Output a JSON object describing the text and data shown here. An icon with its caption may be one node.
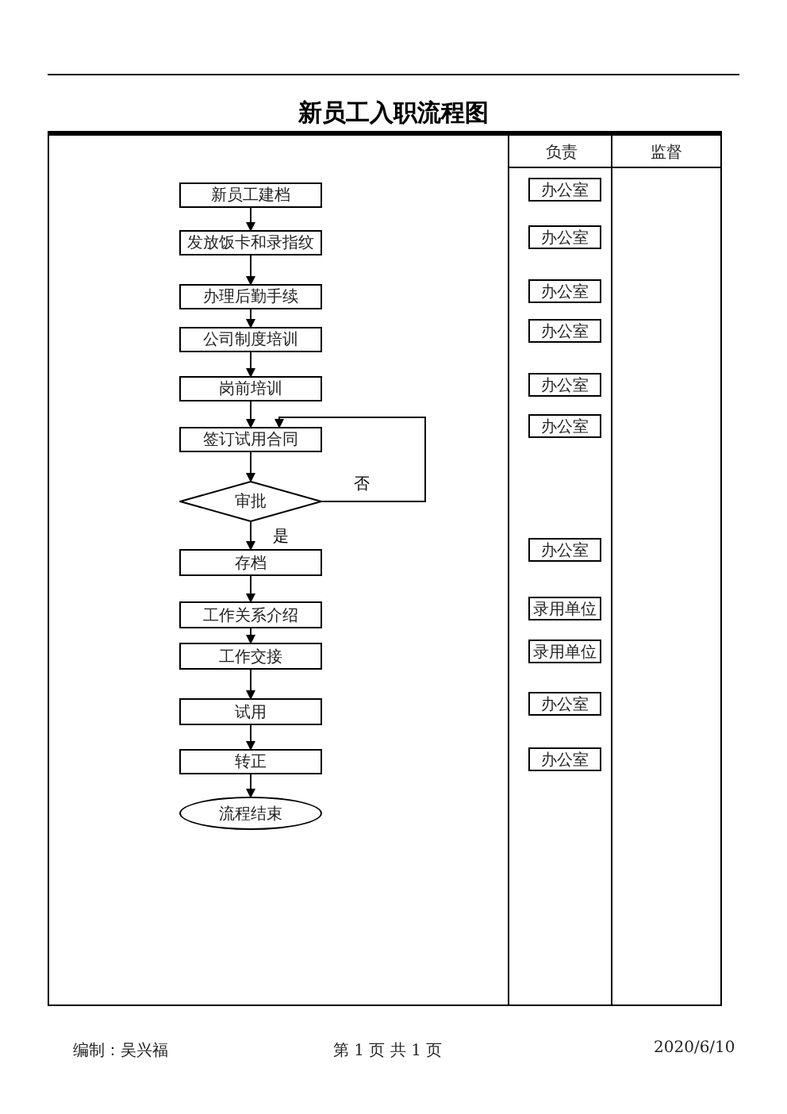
{
  "diagram": {
    "title": "新员工入职流程图",
    "nodes": [
      {
        "text": [
          "新员工建档"
        ]
      },
      {
        "text": [
          "发放饭卡和录指纹"
        ]
      },
      {
        "text": [
          "办理后勤手续"
        ]
      },
      {
        "text": [
          "公司制度培训"
        ]
      },
      {
        "text": [
          "岗前培训"
        ]
      },
      {
        "text": [
          "签订试用合同"
        ]
      },
      {
        "text": [
          "审批"
        ]
      },
      {
        "text": [
          "存档"
        ]
      },
      {
        "text": [
          "工作关系介绍"
        ]
      },
      {
        "text": [
          "工作交接"
        ]
      },
      {
        "text": [
          "试用"
        ]
      },
      {
        "text": [
          "转正"
        ]
      },
      {
        "text": [
          "流程结束"
        ]
      },
      {
        "text": [
          "办公室"
        ]
      },
      {
        "text": [
          "办公室"
        ]
      },
      {
        "text": [
          "办公室"
        ]
      },
      {
        "text": [
          "办公室"
        ]
      },
      {
        "text": [
          "办公室"
        ]
      },
      {
        "text": [
          "办公室"
        ]
      },
      {
        "text": [
          "办公室"
        ]
      },
      {
        "text": [
          "录用单位"
        ]
      },
      {
        "text": [
          "录用单位"
        ]
      },
      {
        "text": [
          "办公室"
        ]
      },
      {
        "text": [
          "办公室"
        ]
      }
    ],
    "edges": [
      {
        "from": 0,
        "to": 1,
        "arrow": "to"
      },
      {
        "from": 1,
        "to": 2,
        "arrow": "to"
      },
      {
        "from": 2,
        "to": 3,
        "arrow": "to"
      },
      {
        "from": 3,
        "to": 4,
        "arrow": "to"
      },
      {
        "from": 4,
        "to": 5,
        "arrow": "to"
      },
      {
        "from": 5,
        "to": 6,
        "arrow": "to"
      },
      {
        "from": 6,
        "to": 7,
        "arrow": "to",
        "label": "是"
      },
      {
        "from": 7,
        "to": 8,
        "arrow": "to"
      },
      {
        "from": 8,
        "to": 9,
        "arrow": "to"
      },
      {
        "from": 9,
        "to": 10,
        "arrow": "to"
      },
      {
        "from": 10,
        "to": 11,
        "arrow": "to"
      },
      {
        "from": 11,
        "to": 12,
        "arrow": "to"
      },
      {
        "from": 6,
        "to": 5,
        "arrow": "to",
        "label": "否"
      }
    ],
    "labels": [
      "负责",
      "监督",
      "编制：吴兴福",
      "第 1 页 共 1 页",
      "2020/6/10"
    ]
  }
}
